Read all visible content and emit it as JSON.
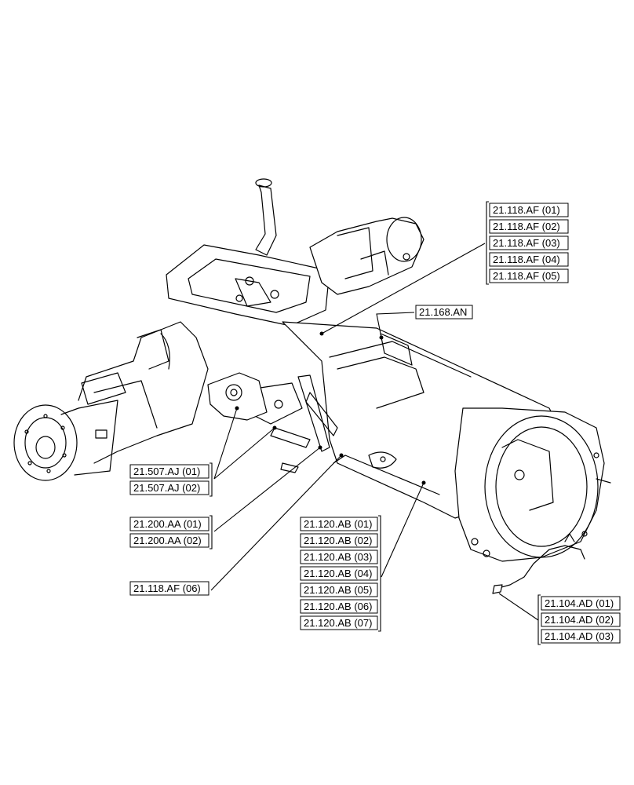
{
  "diagram": {
    "groups": [
      {
        "id": "g-118af-top",
        "labels": [
          "21.118.AF (01)",
          "21.118.AF (02)",
          "21.118.AF (03)",
          "21.118.AF (04)",
          "21.118.AF (05)"
        ]
      },
      {
        "id": "g-168an",
        "labels": [
          "21.168.AN"
        ]
      },
      {
        "id": "g-507aj",
        "labels": [
          "21.507.AJ (01)",
          "21.507.AJ (02)"
        ]
      },
      {
        "id": "g-200aa",
        "labels": [
          "21.200.AA (01)",
          "21.200.AA (02)"
        ]
      },
      {
        "id": "g-118af-06",
        "labels": [
          "21.118.AF (06)"
        ]
      },
      {
        "id": "g-120ab",
        "labels": [
          "21.120.AB (01)",
          "21.120.AB (02)",
          "21.120.AB (03)",
          "21.120.AB (04)",
          "21.120.AB (05)",
          "21.120.AB (06)",
          "21.120.AB (07)"
        ]
      },
      {
        "id": "g-104ad",
        "labels": [
          "21.104.AD (01)",
          "21.104.AD (02)",
          "21.104.AD (03)"
        ]
      }
    ]
  }
}
